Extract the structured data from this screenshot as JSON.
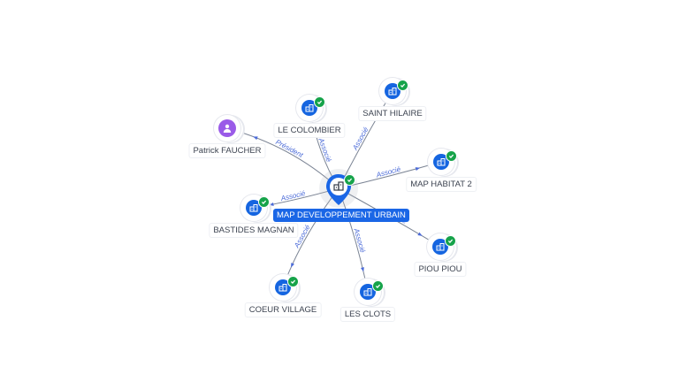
{
  "center": {
    "label": "MAP DEVELOPPEMENT URBAIN",
    "icon": "company-icon",
    "verified": true
  },
  "nodes": [
    {
      "id": "colombier",
      "label": "LE COLOMBIER",
      "type": "company",
      "verified": true
    },
    {
      "id": "hilaire",
      "label": "SAINT HILAIRE",
      "type": "company",
      "verified": true
    },
    {
      "id": "faucher",
      "label": "Patrick FAUCHER",
      "type": "person",
      "verified": false
    },
    {
      "id": "habitat2",
      "label": "MAP HABITAT 2",
      "type": "company",
      "verified": true
    },
    {
      "id": "magnan",
      "label": "BASTIDES MAGNAN",
      "type": "company",
      "verified": true
    },
    {
      "id": "pioupiou",
      "label": "PIOU PIOU",
      "type": "company",
      "verified": true
    },
    {
      "id": "coeur",
      "label": "COEUR VILLAGE",
      "type": "company",
      "verified": true
    },
    {
      "id": "clots",
      "label": "LES CLOTS",
      "type": "company",
      "verified": true
    }
  ],
  "edges": [
    {
      "to": "colombier",
      "label": "Associé"
    },
    {
      "to": "hilaire",
      "label": "Associé"
    },
    {
      "to": "faucher",
      "label": "Président"
    },
    {
      "to": "habitat2",
      "label": "Associé"
    },
    {
      "to": "magnan",
      "label": "Associé"
    },
    {
      "to": "pioupiou",
      "label": "Associé"
    },
    {
      "to": "coeur",
      "label": "Associé"
    },
    {
      "to": "clots",
      "label": "Associé"
    }
  ],
  "colors": {
    "edge": "#7b8494",
    "edge_label": "#4a6ad8",
    "company": "#1565e0",
    "person": "#9a5be8",
    "verified": "#16a34a",
    "center_label_bg": "#1a66e6"
  }
}
